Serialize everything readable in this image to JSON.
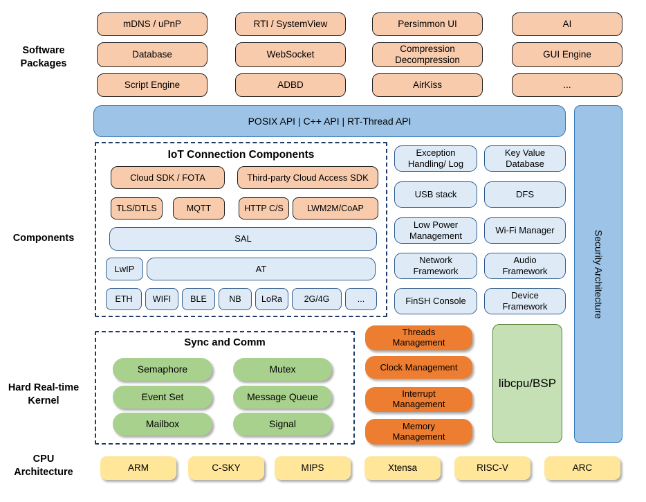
{
  "colors": {
    "package_fill": "#F8CBAD",
    "package_border": "#1f1f1f",
    "api_fill": "#9DC3E6",
    "api_border": "#2E75B6",
    "component_fill": "#DEEBF7",
    "component_border": "#2E5B8C",
    "kernel_green_fill": "#A9D18E",
    "kernel_orange_fill": "#ED7D31",
    "libcpu_fill": "#C5E0B4",
    "libcpu_border": "#538135",
    "cpu_fill": "#FFE699",
    "dashed_border": "#1F3864",
    "text": "#000000"
  },
  "left_labels": {
    "software": "Software\nPackages",
    "components": "Components",
    "kernel": "Hard Real-time\nKernel",
    "cpu": "CPU\nArchitecture"
  },
  "software_packages": {
    "items": [
      "mDNS / uPnP",
      "RTI / SystemView",
      "Persimmon UI",
      "AI",
      "Database",
      "WebSocket",
      "Compression\nDecompression",
      "GUI Engine",
      "Script Engine",
      "ADBD",
      "AirKiss",
      "..."
    ]
  },
  "api_bar": "POSIX API  |  C++ API  |  RT-Thread API",
  "iot": {
    "title": "IoT Connection Components",
    "cloud_sdk": "Cloud SDK / FOTA",
    "third_party": "Third-party Cloud Access SDK",
    "protocols": [
      "TLS/DTLS",
      "MQTT",
      "HTTP C/S",
      "LWM2M/CoAP"
    ],
    "sal": "SAL",
    "lwip": "LwIP",
    "at": "AT",
    "links": [
      "ETH",
      "WIFI",
      "BLE",
      "NB",
      "LoRa",
      "2G/4G",
      "..."
    ]
  },
  "services": [
    "Exception\nHandling/ Log",
    "Key Value\nDatabase",
    "USB stack",
    "DFS",
    "Low Power\nManagement",
    "Wi-Fi Manager",
    "Network\nFramework",
    "Audio\nFramework",
    "FinSH Console",
    "Device\nFramework"
  ],
  "security": "Security Architecture",
  "kernel": {
    "sync_title": "Sync and Comm",
    "sync_items": [
      "Semaphore",
      "Mutex",
      "Event Set",
      "Message Queue",
      "Mailbox",
      "Signal"
    ],
    "mgmt": [
      "Threads\nManagement",
      "Clock Management",
      "Interrupt\nManagement",
      "Memory\nManagement"
    ],
    "libcpu": "libcpu/BSP"
  },
  "cpu_list": [
    "ARM",
    "C-SKY",
    "MIPS",
    "Xtensa",
    "RISC-V",
    "ARC"
  ]
}
